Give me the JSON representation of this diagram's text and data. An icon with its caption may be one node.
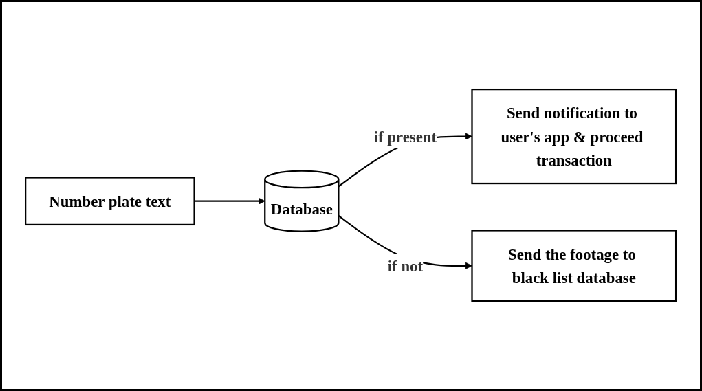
{
  "diagram": {
    "nodes": [
      {
        "text": [
          "Number plate text"
        ]
      },
      {
        "text": [
          "Database"
        ]
      },
      {
        "text": [
          "Send notification to user's app & proceed transaction"
        ]
      },
      {
        "text": [
          "Send the footage to black list database"
        ]
      }
    ],
    "edges": [
      {
        "from": 0,
        "to": 1,
        "arrow": "to"
      },
      {
        "from": 1,
        "to": 2,
        "arrow": "to",
        "label": "if present"
      },
      {
        "from": 1,
        "to": 3,
        "arrow": "to",
        "label": "if not"
      }
    ]
  }
}
